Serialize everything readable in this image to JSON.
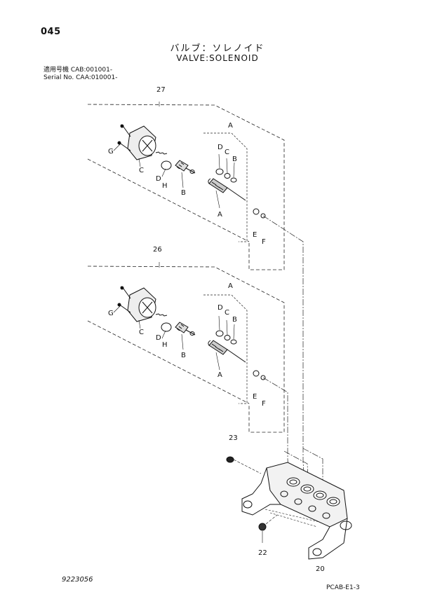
{
  "header": {
    "page_number": "045",
    "title_jp": "バルブ：ソレノイド",
    "title_en": "VALVE:SOLENOID",
    "serial_lines": [
      "適用号機 CAB:001001-",
      "Serial No. CAA:010001-"
    ]
  },
  "diagram": {
    "assemblies": [
      {
        "ref": "27",
        "letters": {
          "G": "G",
          "C": "C",
          "D": "D",
          "H": "H",
          "B": "B",
          "A_top": "A",
          "D2": "D",
          "C2": "C",
          "B2": "B",
          "A_mid": "A",
          "E": "E",
          "F": "F"
        }
      },
      {
        "ref": "26",
        "letters": {
          "G": "G",
          "C": "C",
          "D": "D",
          "H": "H",
          "B": "B",
          "A_top": "A",
          "D2": "D",
          "C2": "C",
          "B2": "B",
          "A_mid": "A",
          "E": "E",
          "F": "F"
        }
      }
    ],
    "block_refs": {
      "seal": "23",
      "plug": "22",
      "body": "20"
    }
  },
  "footer": {
    "drawing_number": "9223056",
    "sheet_code": "PCAB-E1-3"
  }
}
